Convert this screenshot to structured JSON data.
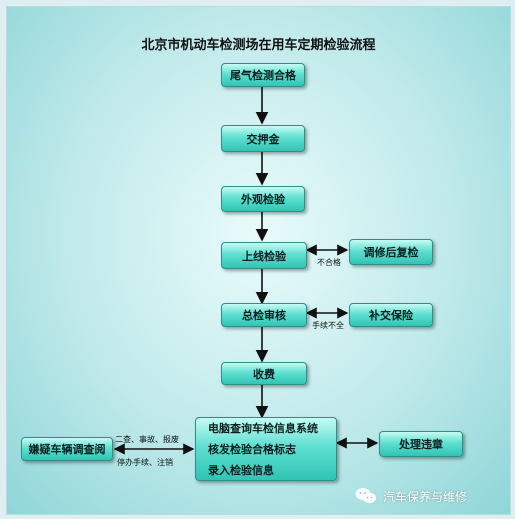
{
  "diagram": {
    "title": "北京市机动车检测场在用车定期检验流程",
    "nodes": {
      "emission_pass": "尾气检测合格",
      "deposit": "交押金",
      "appearance_check": "外观检验",
      "online_check": "上线检验",
      "repair_recheck": "调修后复检",
      "final_review": "总检审核",
      "supplement_insurance": "补交保险",
      "fee": "收费",
      "computer_steps": [
        "电脑查询车检信息系统",
        "核发检验合格标志",
        "录入检验信息"
      ],
      "handle_violation": "处理违章",
      "suspicious_vehicle": "嫌疑车辆调查阅"
    },
    "edge_labels": {
      "fail": "不合格",
      "incomplete_docs": "手续不全",
      "left_top": "二查、事故、报废",
      "left_bottom": "停办手续、注销"
    }
  },
  "watermark": {
    "text": "汽车保养与维修",
    "icon": "wechat-icon"
  }
}
